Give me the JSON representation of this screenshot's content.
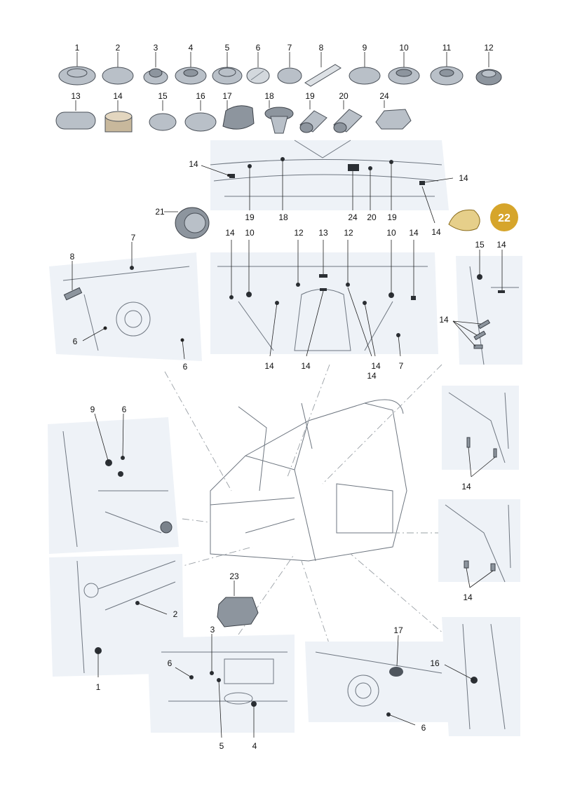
{
  "colors": {
    "highlight": "#d6a52b",
    "panel": "#eef2f7",
    "line": "#6e7680",
    "part": "#b9c0c8"
  },
  "parts_row1": [
    "1",
    "2",
    "3",
    "4",
    "5",
    "6",
    "7",
    "8",
    "9",
    "10",
    "11",
    "12"
  ],
  "parts_row2": [
    "13",
    "14",
    "15",
    "16",
    "17",
    "18",
    "19",
    "20",
    "24"
  ],
  "callouts": {
    "top_panel": [
      "14",
      "19",
      "18",
      "24",
      "20",
      "19",
      "14",
      "14"
    ],
    "part21": "21",
    "part22_highlight": "22",
    "left_panel_a": [
      "7",
      "8",
      "6",
      "6"
    ],
    "center_panel": [
      "14",
      "10",
      "12",
      "13",
      "12",
      "10",
      "14",
      "14",
      "14",
      "14",
      "14",
      "7"
    ],
    "right_panel_a": [
      "15",
      "14",
      "14"
    ],
    "left_panel_b": [
      "9",
      "6"
    ],
    "right_panel_b": [
      "14"
    ],
    "right_panel_c": [
      "14"
    ],
    "left_panel_c": [
      "2",
      "1"
    ],
    "part23": "23",
    "bottom_center": [
      "3",
      "6",
      "5",
      "4"
    ],
    "bottom_right_a": [
      "17",
      "6"
    ],
    "bottom_right_b": [
      "16"
    ]
  }
}
